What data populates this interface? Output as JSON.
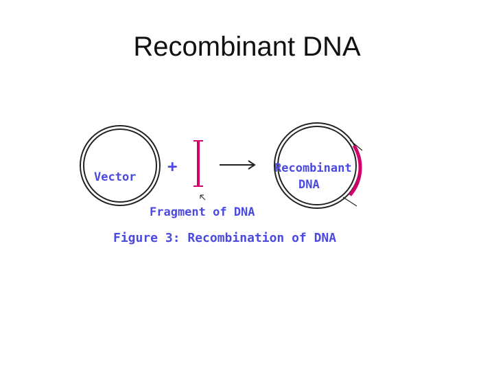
{
  "slide": {
    "title": "Recombinant DNA"
  },
  "diagram": {
    "vector_label": "Vector",
    "plus_symbol": "+",
    "fragment_label": "Fragment of DNA",
    "result_label_line1": "Recombinant",
    "result_label_line2": "DNA",
    "caption": "Figure 3: Recombination of DNA",
    "colors": {
      "label_blue": "#4a4ae0",
      "fragment_magenta": "#d4006a",
      "circle_outline": "#222222"
    }
  }
}
